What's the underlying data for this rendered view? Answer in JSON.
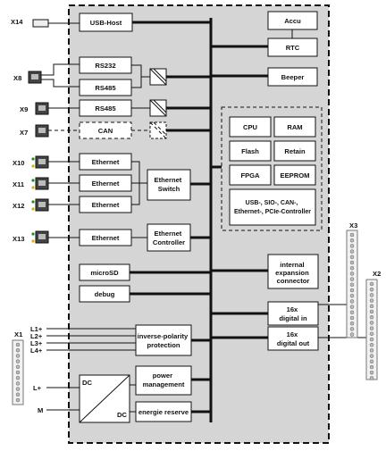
{
  "ports": {
    "x14": "X14",
    "x8": "X8",
    "x9": "X9",
    "x7": "X7",
    "x10": "X10",
    "x11": "X11",
    "x12": "X12",
    "x13": "X13",
    "x1": "X1",
    "x2": "X2",
    "x3": "X3"
  },
  "power_inputs": {
    "l1": "L1+",
    "l2": "L2+",
    "l3": "L3+",
    "l4": "L4+",
    "lplus": "L+",
    "m": "M"
  },
  "blocks": {
    "usb_host": "USB-Host",
    "rs232": "RS232",
    "rs485_a": "RS485",
    "rs485_b": "RS485",
    "can": "CAN",
    "eth1": "Ethernet",
    "eth2": "Ethernet",
    "eth3": "Ethernet",
    "eth_switch": [
      "Ethernet",
      "Switch"
    ],
    "eth4": "Ethernet",
    "eth_controller": [
      "Ethernet",
      "Controller"
    ],
    "microsd": "microSD",
    "debug": "debug",
    "inverse_polarity": [
      "inverse-polarity",
      "protection"
    ],
    "dc_in": "DC",
    "dc_out": "DC",
    "power_mgmt": [
      "power",
      "management"
    ],
    "energy_reserve": "energie reserve",
    "accu": "Accu",
    "rtc": "RTC",
    "beeper": "Beeper",
    "cpu": "CPU",
    "ram": "RAM",
    "flash": "Flash",
    "retain": "Retain",
    "fpga": "FPGA",
    "eeprom": "EEPROM",
    "controllers": [
      "USB-, SIO-, CAN-,",
      "Ethernet-, PCIe-Controller"
    ],
    "expansion": [
      "internal",
      "expansion",
      "connector"
    ],
    "digital_in": [
      "16x",
      "digital in"
    ],
    "digital_out": [
      "16x",
      "digital out"
    ]
  }
}
